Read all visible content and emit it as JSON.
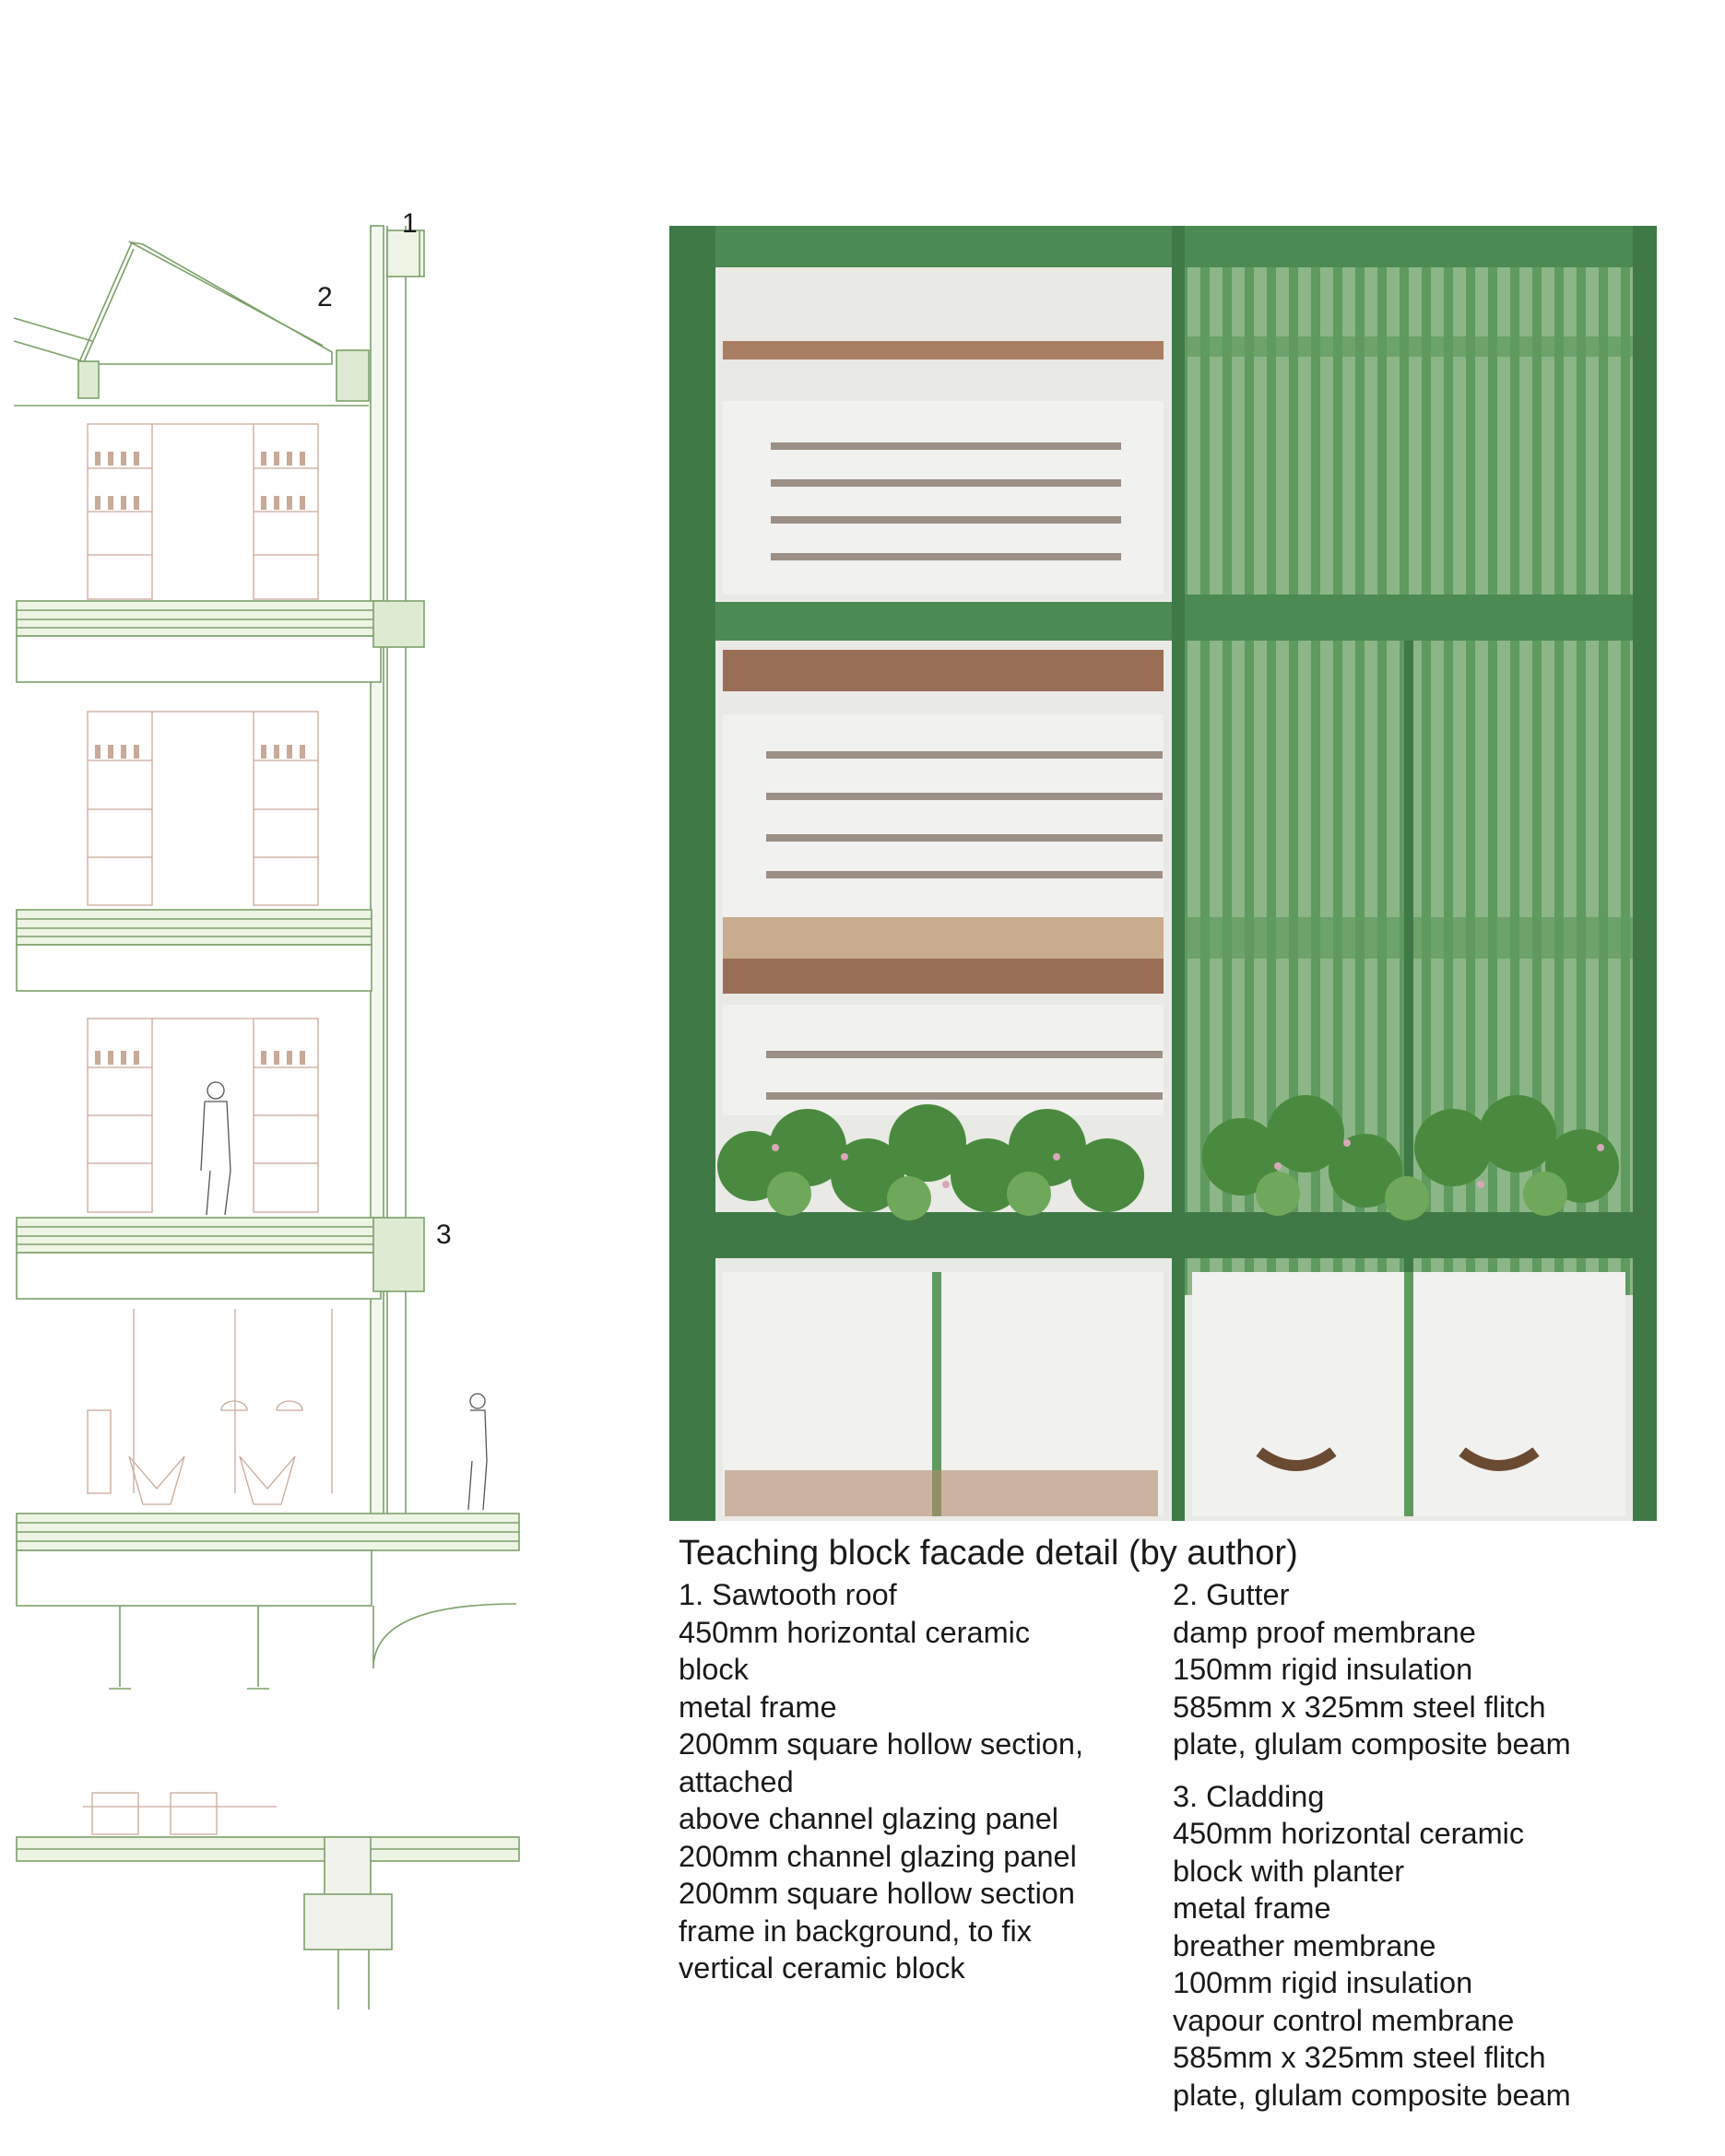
{
  "callouts": {
    "c1": "1",
    "c2": "2",
    "c3": "3"
  },
  "caption": {
    "title": "Teaching block facade detail  (by author)"
  },
  "notes_left": [
    "1. Sawtooth roof",
    "450mm horizontal ceramic",
    "block",
    "metal frame",
    "200mm square hollow section,",
    "attached",
    "above channel glazing panel",
    "200mm channel glazing panel",
    "200mm square hollow section",
    "frame in background, to fix",
    "vertical ceramic block"
  ],
  "notes_right_gutter": [
    "2. Gutter",
    "damp proof membrane",
    "150mm rigid insulation",
    "585mm x 325mm steel flitch",
    "plate, glulam composite beam"
  ],
  "notes_right_cladding": [
    "3. Cladding",
    "450mm horizontal ceramic",
    "block with planter",
    "metal frame",
    "breather membrane",
    "100mm rigid insulation",
    "vapour control membrane",
    "585mm x 325mm steel flitch",
    "plate, glulam composite beam"
  ],
  "colors": {
    "line_green": "#6f9a5e",
    "deep_green": "#3f7a46",
    "glass_green": "#7aa875",
    "slab_fill": "#eef4e4",
    "furniture": "#c9a99a",
    "wood": "#a77a5d",
    "frosted": "#ececea"
  }
}
